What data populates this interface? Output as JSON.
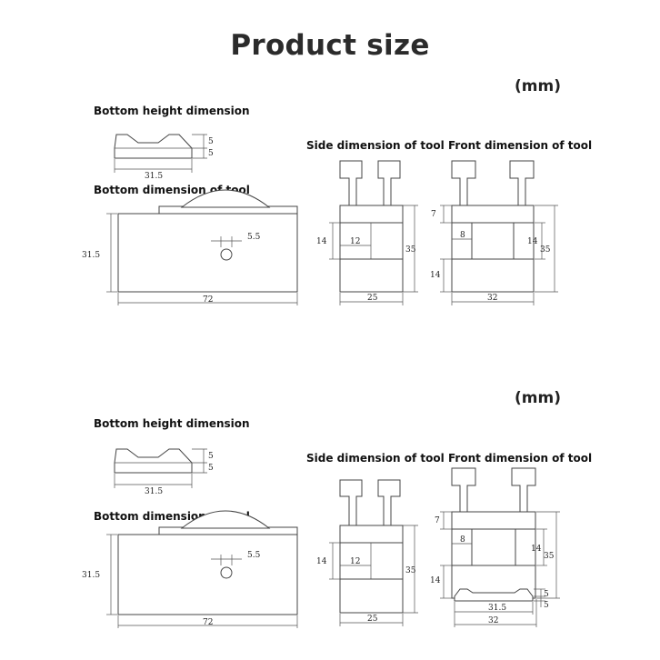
{
  "page_title": "Product size",
  "panels": [
    {
      "unit": "(mm)",
      "bottom_height_label": "Bottom height dimension",
      "bottom_dimension_label": "Bottom dimension of tool",
      "side_label": "Side dimension of tool",
      "front_label": "Front dimension of tool",
      "dims": {
        "height_top": "5",
        "height_bottom": "5",
        "height_width": "31.5",
        "bottom_height": "31.5",
        "bottom_hole": "5.5",
        "bottom_width": "72",
        "side_14": "14",
        "side_12": "12",
        "side_35": "35",
        "side_25": "25",
        "front_7": "7",
        "front_8": "8",
        "front_14a": "14",
        "front_35": "35",
        "front_14b": "14",
        "front_32": "32"
      }
    },
    {
      "unit": "(mm)",
      "bottom_height_label": "Bottom height dimension",
      "bottom_dimension_label": "Bottom dimension of tool",
      "side_label": "Side dimension of tool",
      "front_label": "Front dimension of tool",
      "dims": {
        "height_top": "5",
        "height_bottom": "5",
        "height_width": "31.5",
        "bottom_height": "31.5",
        "bottom_hole": "5.5",
        "bottom_width": "72",
        "side_14": "14",
        "side_12": "12",
        "side_35": "35",
        "side_25": "25",
        "front_7": "7",
        "front_8": "8",
        "front_14a": "14",
        "front_35": "35",
        "front_14b": "14",
        "front_32": "32",
        "front_base_width": "31.5",
        "front_base_5a": "5",
        "front_base_5b": "5"
      }
    }
  ]
}
